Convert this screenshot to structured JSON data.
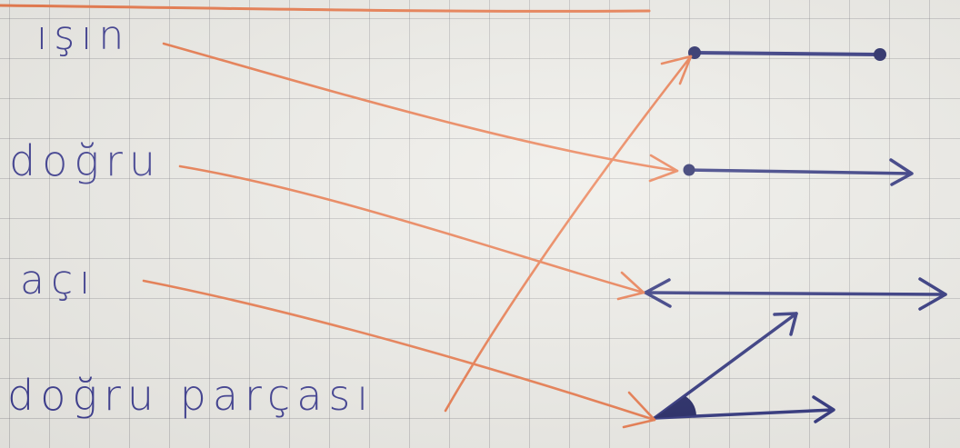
{
  "labels": {
    "isin": "ışın",
    "dogru": "doğru",
    "aci": "açı",
    "dogru_parcasi": "doğru parçası"
  },
  "colors": {
    "paper": "#edece7",
    "grid": "#9a9aa0",
    "ink_blue": "#2b2f7a",
    "ink_orange": "#e9784a"
  },
  "matching": [
    {
      "term": "ışın",
      "figure": "ray"
    },
    {
      "term": "doğru",
      "figure": "line"
    },
    {
      "term": "açı",
      "figure": "angle"
    },
    {
      "term": "doğru parçası",
      "figure": "segment"
    }
  ]
}
